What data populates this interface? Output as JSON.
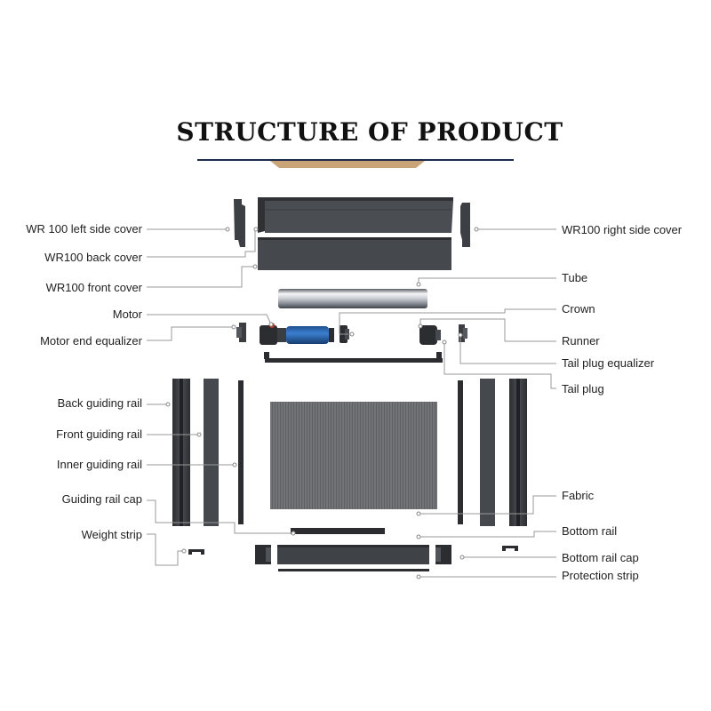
{
  "title": "STRUCTURE OF PRODUCT",
  "colors": {
    "accent_gold": "#c9a477",
    "rule_navy": "#1b2b4b",
    "part_dark": "#3f4246",
    "motor_blue": "#2f6db4",
    "fabric": "#6e6f72"
  },
  "labels": {
    "left_side_cover": "WR 100 left side cover",
    "back_cover": "WR100 back cover",
    "front_cover": "WR100 front cover",
    "motor": "Motor",
    "motor_end_equalizer": "Motor end equalizer",
    "back_guiding_rail": "Back guiding rail",
    "front_guiding_rail": "Front guiding rail",
    "inner_guiding_rail": "Inner guiding rail",
    "guiding_rail_cap": "Guiding rail cap",
    "weight_strip": "Weight strip",
    "right_side_cover": "WR100 right side cover",
    "tube": "Tube",
    "crown": "Crown",
    "runner": "Runner",
    "tail_plug_equalizer": "Tail plug equalizer",
    "tail_plug": "Tail plug",
    "fabric": "Fabric",
    "bottom_rail": "Bottom rail",
    "bottom_rail_cap": "Bottom rail cap",
    "protection_strip": "Protection strip"
  }
}
